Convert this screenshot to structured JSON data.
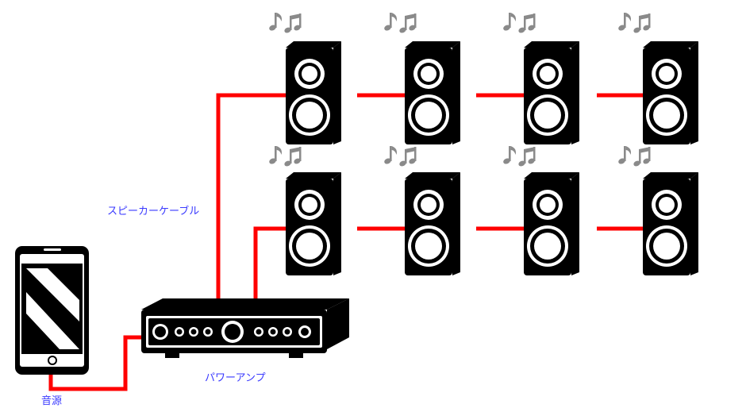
{
  "labels": {
    "speaker_cable": "スピーカーケーブル",
    "power_amp": "パワーアンプ",
    "audio_source": "音源"
  },
  "colors": {
    "cable": "#ff0000",
    "label_text": "#3a3aff",
    "device": "#000000",
    "notes": "#8a8a8a"
  },
  "icons": {
    "speaker": "speaker-icon",
    "note": "music-note-icon",
    "amp": "power-amplifier-icon",
    "phone": "smartphone-icon"
  },
  "speaker_rows": 2,
  "speakers_per_row": 4
}
